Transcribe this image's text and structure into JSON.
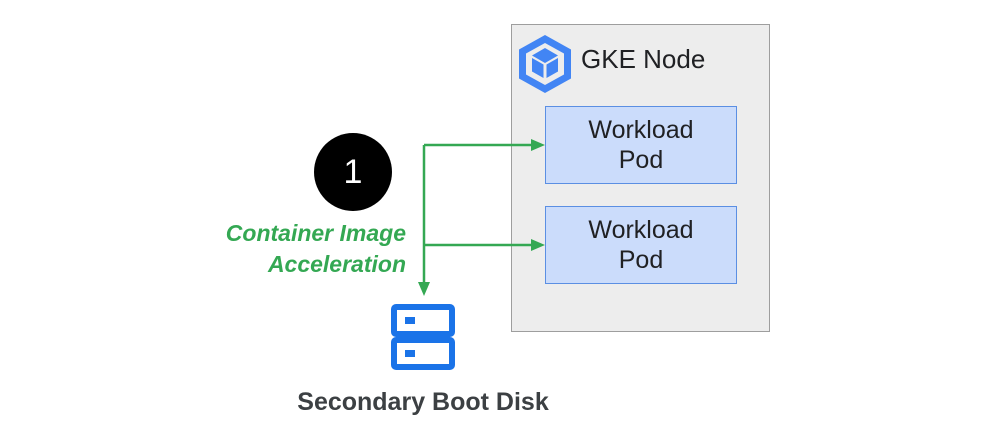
{
  "node": {
    "title": "GKE Node",
    "icon": "gke-hexagon-icon"
  },
  "pods": [
    {
      "label": "Workload\nPod"
    },
    {
      "label": "Workload\nPod"
    }
  ],
  "step": {
    "number": "1"
  },
  "acceleration": {
    "label": "Container Image\nAcceleration"
  },
  "disk": {
    "label": "Secondary Boot Disk",
    "icon": "storage-disk-icon"
  },
  "colors": {
    "accent_green": "#34a853",
    "node_background": "#ededed",
    "pod_fill": "#cbdcfb",
    "pod_border": "#5b8fe3",
    "brand_blue": "#4285f4"
  }
}
